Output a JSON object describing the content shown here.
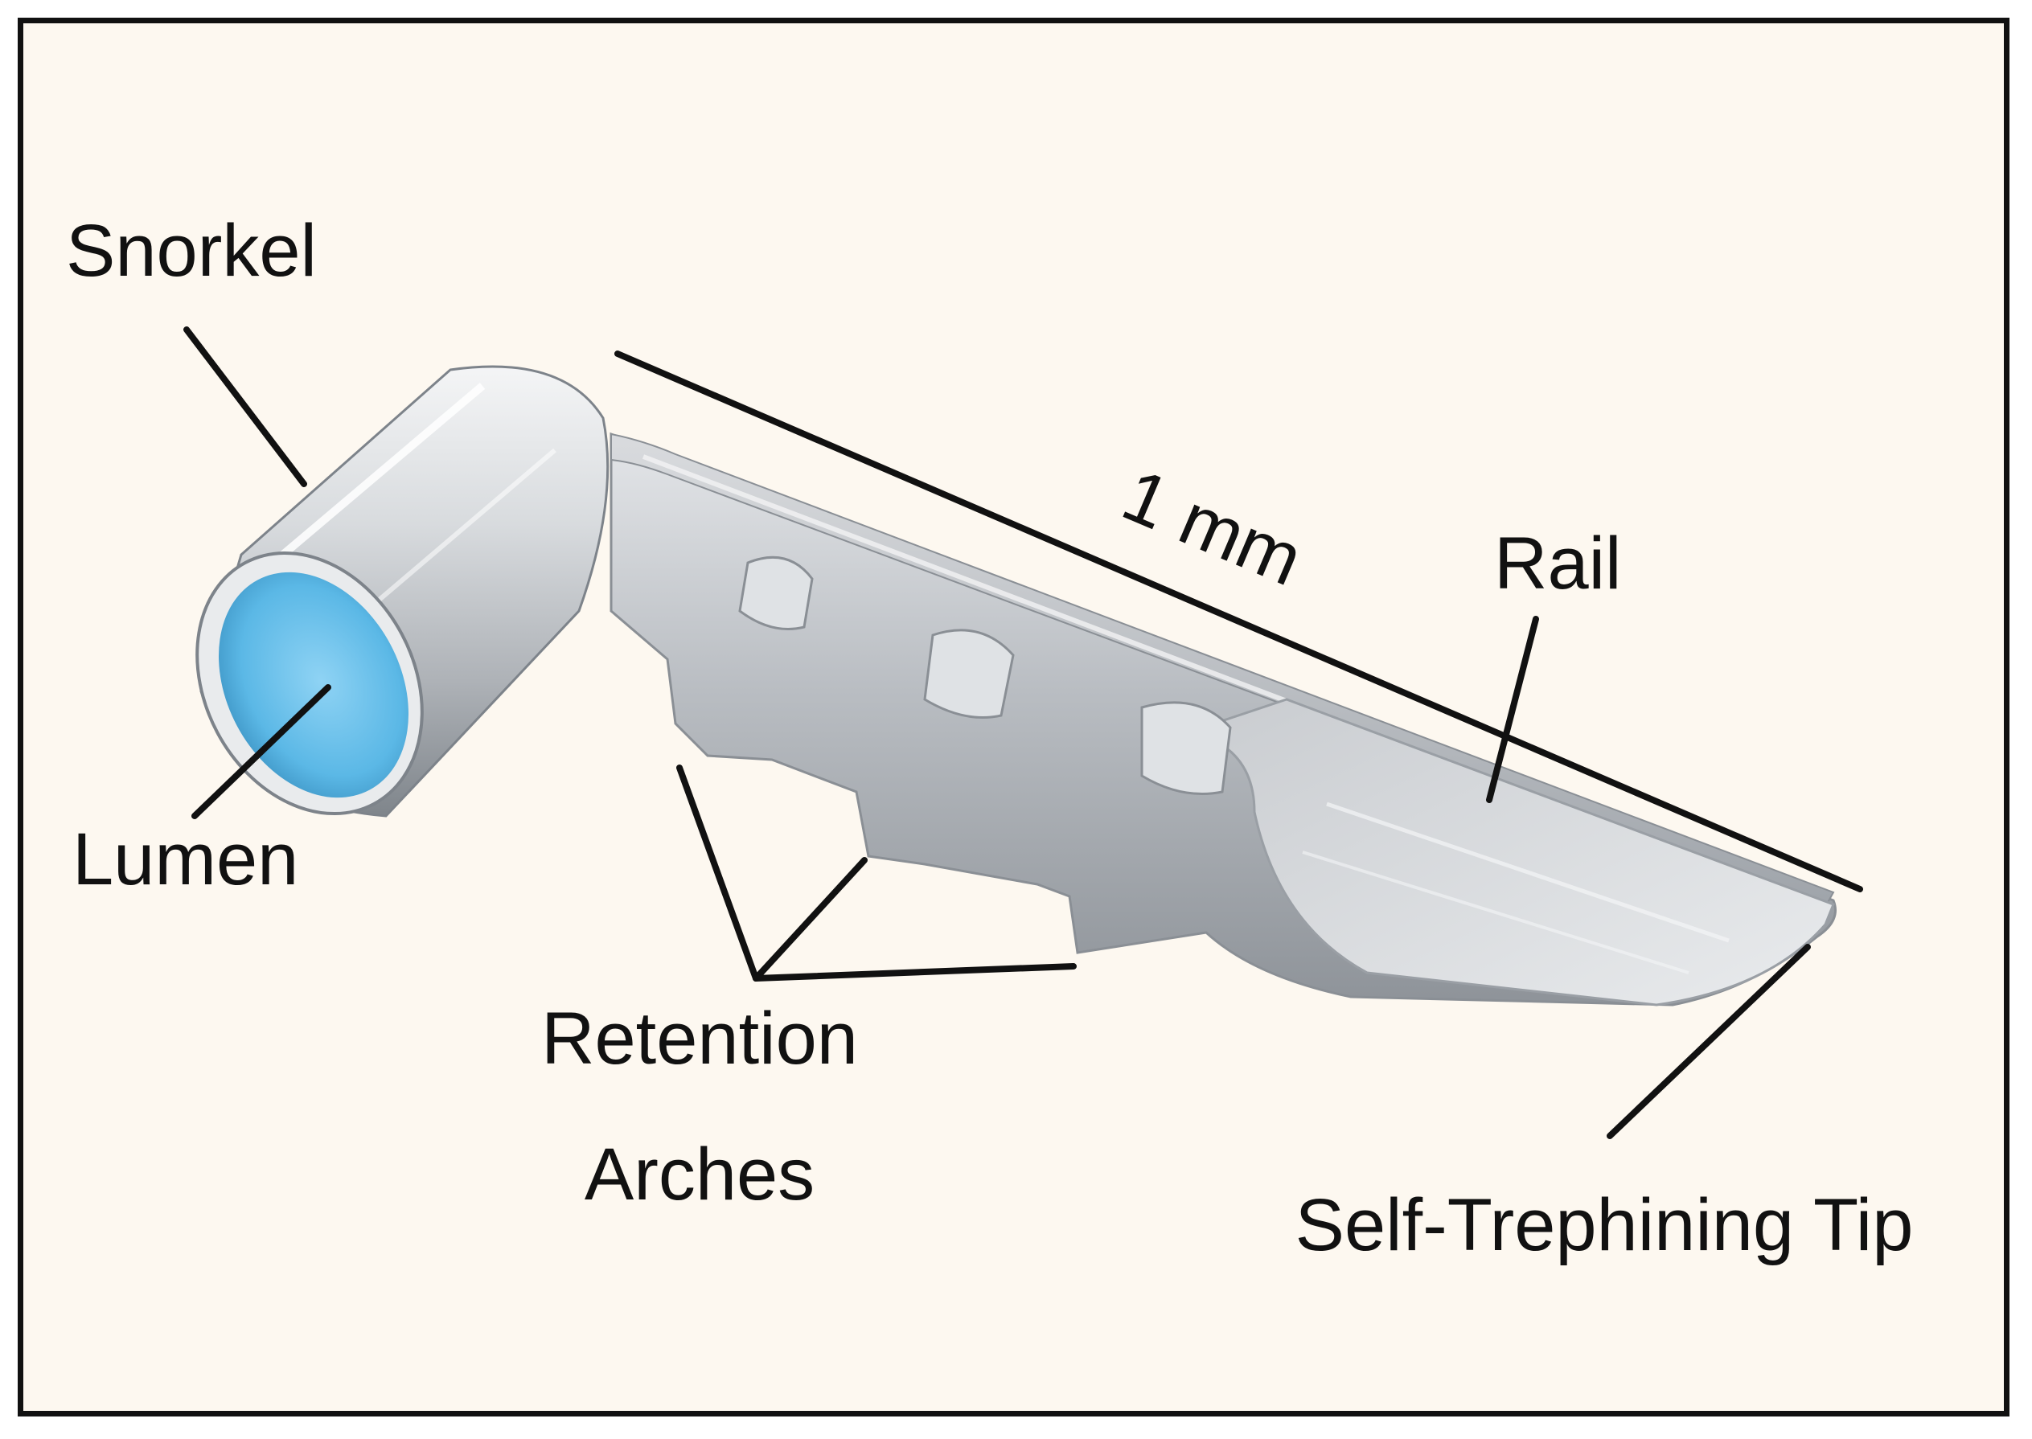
{
  "labels": {
    "snorkel": "Snorkel",
    "lumen": "Lumen",
    "scale": "1 mm",
    "rail": "Rail",
    "retention_line1": "Retention",
    "retention_line2": "Arches",
    "tip": "Self-Trephining Tip"
  },
  "colors": {
    "background": "#fdf8f0",
    "border": "#111111",
    "device_gray": "#b8bcc2",
    "lumen_blue": "#5bb8e6"
  }
}
